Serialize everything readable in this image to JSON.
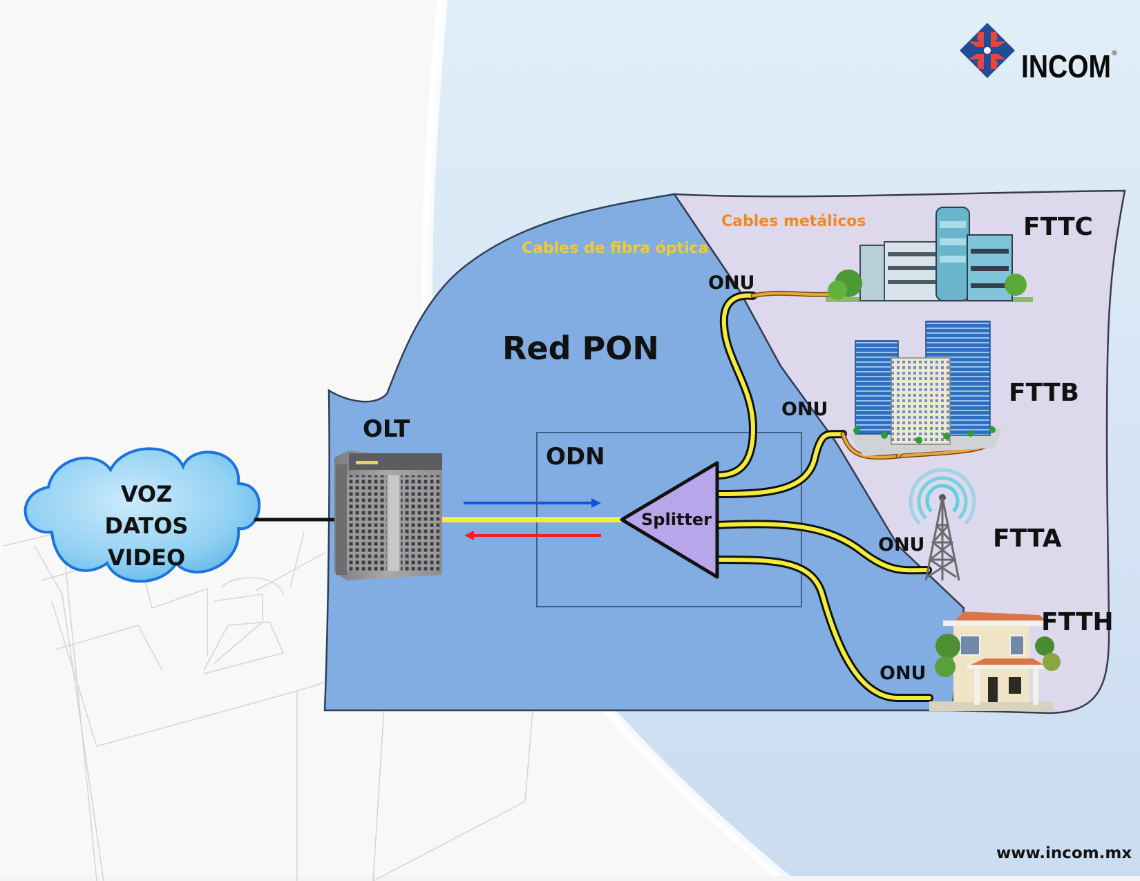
{
  "brand": {
    "name": "INCOM",
    "registered_mark": "®",
    "website": "www.incom.mx",
    "colors": {
      "diamond_blue": "#1f4e96",
      "arrow_red": "#e8453c"
    }
  },
  "diagram": {
    "title": "Red PON",
    "cloud": {
      "lines": [
        "VOZ",
        "DATOS",
        "VIDEO"
      ]
    },
    "olt_label": "OLT",
    "odn_label": "ODN",
    "splitter_label": "Splitter",
    "fiber_label": "Cables de fibra óptica",
    "metal_label": "Cables metálicos",
    "onu_label": "ONU",
    "downstream_arrow": "downstream",
    "upstream_arrow": "upstream",
    "endpoints": [
      {
        "id": "fttc",
        "label": "FTTC",
        "icon": "office-building-icon"
      },
      {
        "id": "fttb",
        "label": "FTTB",
        "icon": "skyscrapers-icon"
      },
      {
        "id": "ftta",
        "label": "FTTA",
        "icon": "antenna-tower-icon"
      },
      {
        "id": "ftth",
        "label": "FTTH",
        "icon": "house-icon"
      }
    ],
    "colors": {
      "pon_area": "#82ade3",
      "metal_area": "#ddd8ec",
      "fiber": "#f5ec3a",
      "copper": "#f0a43a",
      "splitter": "#b7a6ea",
      "downstream": "#1a4fe0",
      "upstream": "#ee2222",
      "fiber_text": "#f2cc2a",
      "metal_text": "#ef8a22"
    }
  }
}
